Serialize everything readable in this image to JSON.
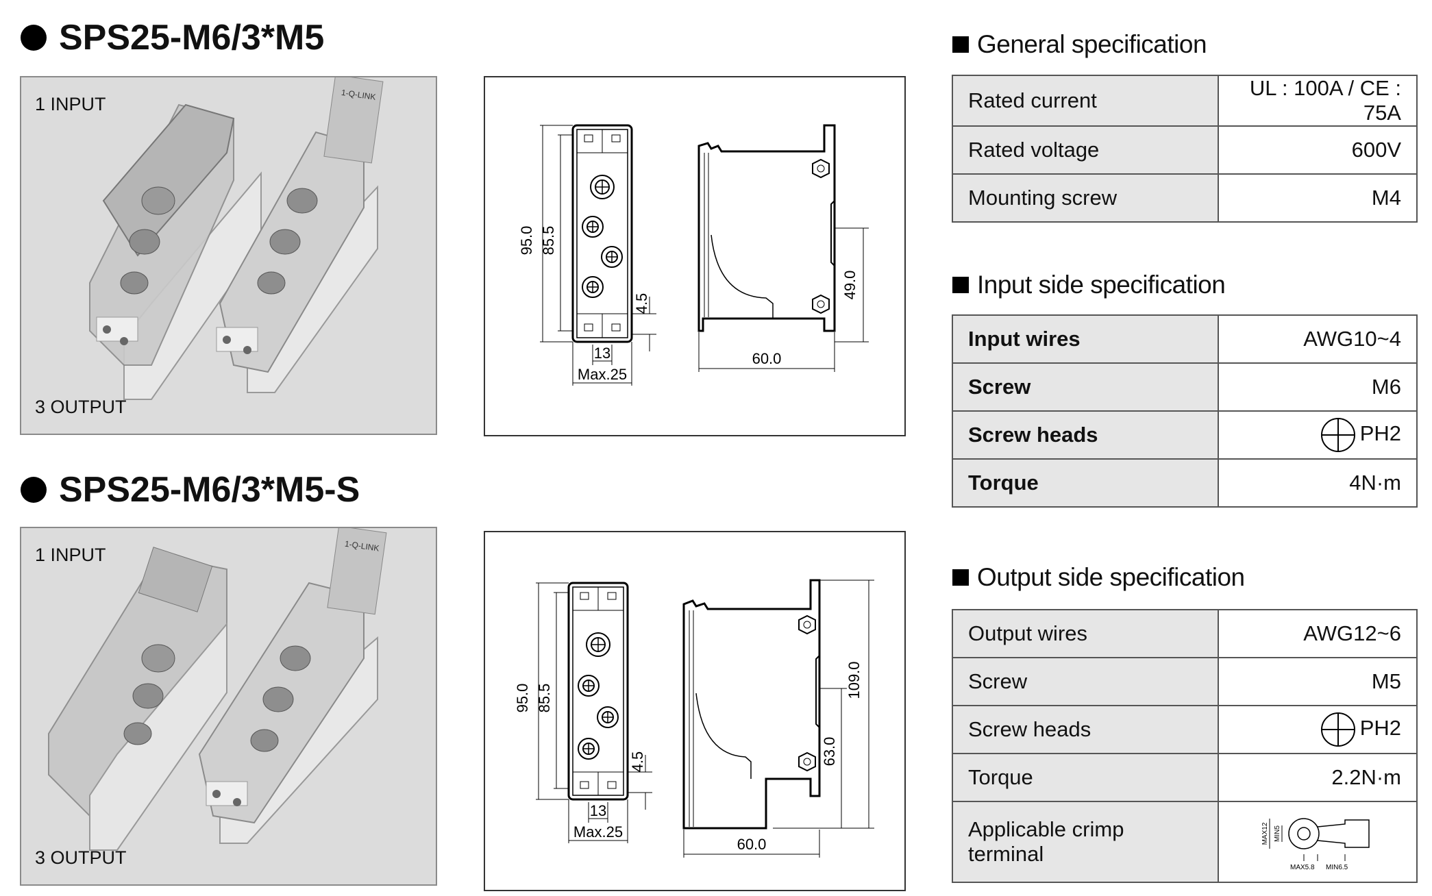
{
  "sections": [
    {
      "title": "SPS25-M6/3*M5",
      "input_label": "1 INPUT",
      "output_label": "3 OUTPUT",
      "dims": {
        "h1": "95.0",
        "h2": "85.5",
        "small": "4.5",
        "w1": "13",
        "w2": "Max.25",
        "rail": "49.0",
        "depth": "60.0"
      }
    },
    {
      "title": "SPS25-M6/3*M5-S",
      "input_label": "1 INPUT",
      "output_label": "3 OUTPUT",
      "dims": {
        "h1": "95.0",
        "h2": "85.5",
        "small": "4.5",
        "w1": "13",
        "w2": "Max.25",
        "total": "109.0",
        "rail": "63.0",
        "depth": "60.0"
      }
    }
  ],
  "brand_mark": "1-Q-LINK",
  "general": {
    "heading": "General specification",
    "rows": [
      {
        "key": "Rated current",
        "value": "UL : 100A / CE : 75A"
      },
      {
        "key": "Rated voltage",
        "value": "600V"
      },
      {
        "key": "Mounting screw",
        "value": "M4"
      }
    ]
  },
  "input": {
    "heading": "Input side specification",
    "rows": [
      {
        "key": "Input wires",
        "value": "AWG10~4"
      },
      {
        "key": "Screw",
        "value": "M6"
      },
      {
        "key": "Screw heads",
        "value": "PH2"
      },
      {
        "key": "Torque",
        "value": "4N·m"
      }
    ]
  },
  "output": {
    "heading": "Output side specification",
    "rows": [
      {
        "key": "Output wires",
        "value": "AWG12~6"
      },
      {
        "key": "Screw",
        "value": "M5"
      },
      {
        "key": "Screw heads",
        "value": "PH2"
      },
      {
        "key": "Torque",
        "value": "2.2N·m"
      },
      {
        "key": "Applicable crimp terminal",
        "value": ""
      }
    ],
    "crimp": {
      "max12": "MAX12",
      "min5": "MIN5",
      "max58": "MAX5.8",
      "min65": "MIN6.5"
    }
  }
}
